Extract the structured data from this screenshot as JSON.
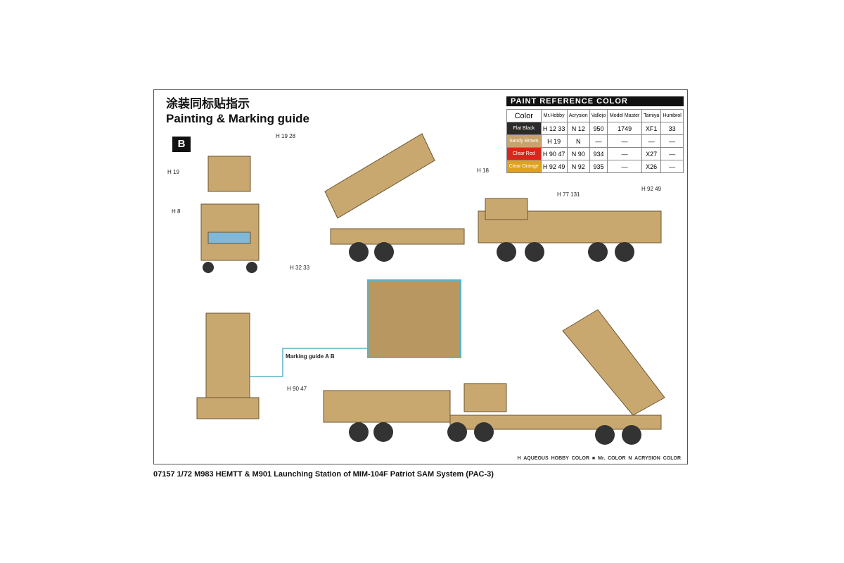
{
  "header": {
    "title_cn": "涂装同标贴指示",
    "title_en": "Painting & Marking guide",
    "section": "B"
  },
  "paint_table": {
    "title": "PAINT  REFERENCE COLOR",
    "columns": [
      "Color",
      "Mr.Hobby",
      "Acrysion",
      "Vallejo",
      "Model Master",
      "Tamiya",
      "Humbrol"
    ],
    "rows": [
      {
        "name": "Flat Black",
        "swatch": "#2a2a2a",
        "mrhobby": "H 12 33",
        "acrysion": "N 12",
        "vallejo": "950",
        "model_master": "1749",
        "tamiya": "XF1",
        "humbrol": "33"
      },
      {
        "name": "Sandy Brown",
        "swatch": "#c8a46a",
        "mrhobby": "H 19",
        "acrysion": "N",
        "vallejo": "—",
        "model_master": "—",
        "tamiya": "—",
        "humbrol": "—"
      },
      {
        "name": "Clear Red",
        "swatch": "#d9261c",
        "mrhobby": "H 90 47",
        "acrysion": "N 90",
        "vallejo": "934",
        "model_master": "—",
        "tamiya": "X27",
        "humbrol": "—"
      },
      {
        "name": "Clear Orange",
        "swatch": "#e0a020",
        "mrhobby": "H 92 49",
        "acrysion": "N 92",
        "vallejo": "935",
        "model_master": "—",
        "tamiya": "X26",
        "humbrol": "—"
      }
    ]
  },
  "marking_label": "Marking guide  A  B",
  "legend": "H  AQUEOUS HOBBY COLOR    ■ Mr. COLOR    N  ACRYSION COLOR",
  "footer": "07157 1/72 M983 HEMTT & M901 Launching Station of MIM-104F Patriot SAM System (PAC-3)",
  "callouts": [
    "H 19",
    "H 8",
    "H 32 33",
    "H 18",
    "H 77 131",
    "H 90 47",
    "H 92 49",
    "H 19 28"
  ]
}
